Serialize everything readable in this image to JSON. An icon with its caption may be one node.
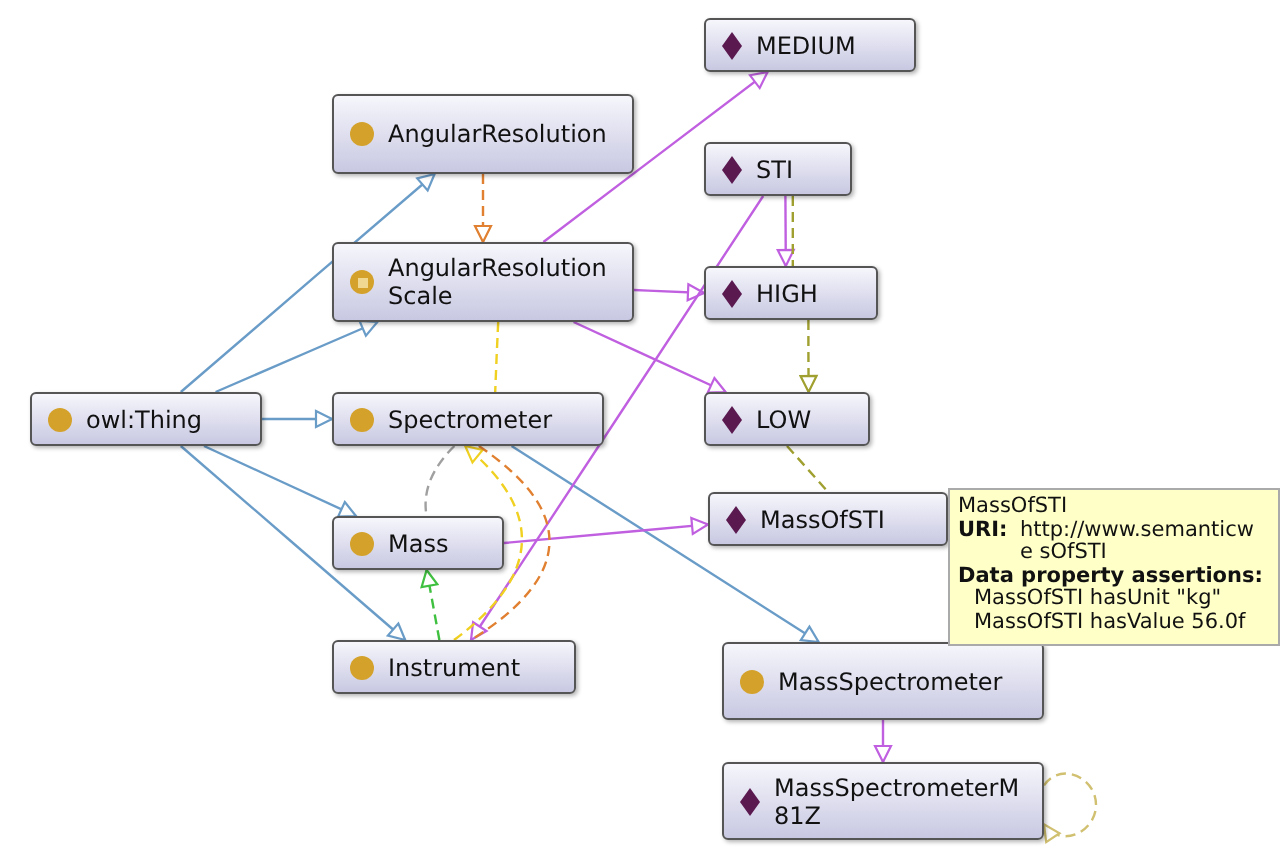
{
  "diagram": {
    "nodes": [
      {
        "text": [
          "AngularResolution"
        ]
      },
      {
        "text": [
          "AngularResolutionScale"
        ]
      },
      {
        "text": [
          "MEDIUM"
        ]
      },
      {
        "text": [
          "STI"
        ]
      },
      {
        "text": [
          "HIGH"
        ]
      },
      {
        "text": [
          "LOW"
        ]
      },
      {
        "text": [
          "owl:Thing"
        ]
      },
      {
        "text": [
          "Spectrometer"
        ]
      },
      {
        "text": [
          "Mass"
        ]
      },
      {
        "text": [
          "MassOfSTI"
        ]
      },
      {
        "text": [
          "Instrument"
        ]
      },
      {
        "text": [
          "MassSpectrometer"
        ]
      },
      {
        "text": [
          "MassSpectrometerM81Z"
        ]
      },
      {
        "text": [
          "MassOfSTI",
          "URI:",
          "http://www.semanticwe sOfSTI",
          "Data property assertions:",
          "MassOfSTI hasUnit \"kg\"",
          "MassOfSTI hasValue 56.0f"
        ]
      }
    ],
    "edges": [
      {
        "from": 6,
        "to": 0,
        "arrow": "to"
      },
      {
        "from": 6,
        "to": 1,
        "arrow": "to"
      },
      {
        "from": 6,
        "to": 7,
        "arrow": "to"
      },
      {
        "from": 6,
        "to": 8,
        "arrow": "to"
      },
      {
        "from": 6,
        "to": 10,
        "arrow": "to"
      },
      {
        "from": 7,
        "to": 11,
        "arrow": "to"
      },
      {
        "from": 1,
        "to": 2,
        "arrow": "to",
        "color": "#c060e0"
      },
      {
        "from": 1,
        "to": 4,
        "arrow": "to",
        "color": "#c060e0"
      },
      {
        "from": 1,
        "to": 5,
        "arrow": "to",
        "color": "#c060e0"
      },
      {
        "from": 3,
        "to": 10,
        "arrow": "to",
        "color": "#c060e0"
      },
      {
        "from": 8,
        "to": 9,
        "arrow": "to",
        "color": "#c060e0"
      },
      {
        "from": 11,
        "to": 12,
        "arrow": "to",
        "color": "#c060e0"
      },
      {
        "from": 3,
        "to": 4,
        "arrow": "to",
        "color": "#c060e0"
      },
      {
        "from": 0,
        "to": 1,
        "arrow": "to",
        "style": "dashed",
        "color": "#e08030"
      },
      {
        "from": 1,
        "to": 7,
        "arrow": "none",
        "style": "dashed",
        "color": "#f0d020"
      },
      {
        "from": 10,
        "to": 7,
        "arrow": "to",
        "style": "dashed",
        "color": "#f0d020"
      },
      {
        "from": 7,
        "to": 8,
        "arrow": "none",
        "style": "dashed",
        "color": "#a0a0a0"
      },
      {
        "from": 10,
        "to": 8,
        "arrow": "to",
        "style": "dashed",
        "color": "#40c040"
      },
      {
        "from": 7,
        "to": 10,
        "arrow": "none",
        "style": "dashed",
        "color": "#e08030"
      },
      {
        "from": 3,
        "to": 4,
        "arrow": "none",
        "style": "dashed",
        "color": "#a0a030"
      },
      {
        "from": 4,
        "to": 5,
        "arrow": "to",
        "style": "dashed",
        "color": "#a0a030"
      },
      {
        "from": 5,
        "to": 9,
        "arrow": "none",
        "style": "dashed",
        "color": "#a0a030"
      },
      {
        "from": 12,
        "to": 12,
        "arrow": "to",
        "style": "dashed",
        "color": "#d0c070"
      }
    ]
  }
}
